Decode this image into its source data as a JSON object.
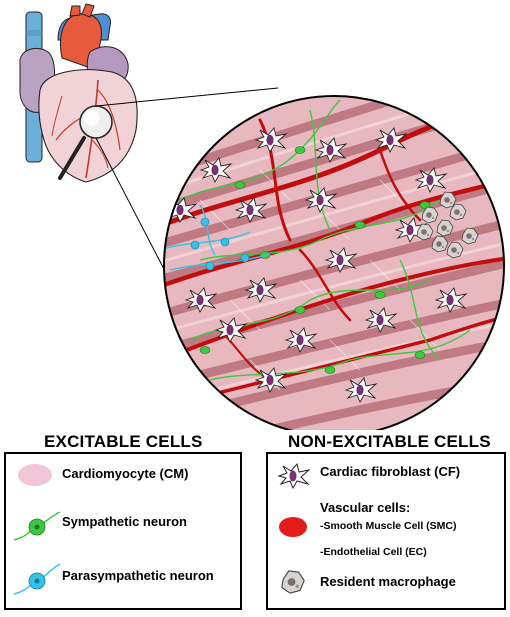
{
  "legend": {
    "excitable": {
      "heading": "EXCITABLE CELLS",
      "items": [
        {
          "label": "Cardiomyocyte (CM)",
          "icon": "cardiomyocyte-icon",
          "color": "#f2c6d6"
        },
        {
          "label": "Sympathetic neuron",
          "icon": "sympathetic-neuron-icon",
          "color": "#3ec83e"
        },
        {
          "label": "Parasympathetic neuron",
          "icon": "parasympathetic-neuron-icon",
          "color": "#36c2e8"
        }
      ]
    },
    "non_excitable": {
      "heading": "NON-EXCITABLE CELLS",
      "items": [
        {
          "label": "Cardiac fibroblast (CF)",
          "icon": "fibroblast-icon",
          "color": "#7a2f7a"
        },
        {
          "label": "Vascular cells:",
          "icon": "vascular-cell-icon",
          "color": "#e21b1b"
        },
        {
          "label": "-Smooth Muscle Cell (SMC)"
        },
        {
          "label": "-Endothelial Cell (EC)"
        },
        {
          "label": "Resident macrophage",
          "icon": "macrophage-icon",
          "color": "#b5a9a9"
        }
      ]
    }
  },
  "colors": {
    "tissue": "#e7b8bf",
    "muscle_stripe": "#b86f79",
    "vessel": "#c20d0d",
    "nerve_sympathetic": "#3ec83e",
    "nerve_parasympathetic": "#36c2e8",
    "fibroblast_nucleus": "#7a2f7a",
    "heart_aorta": "#e85a3c",
    "heart_vein": "#6ab0d8",
    "heart_atrium": "#b598c0"
  }
}
